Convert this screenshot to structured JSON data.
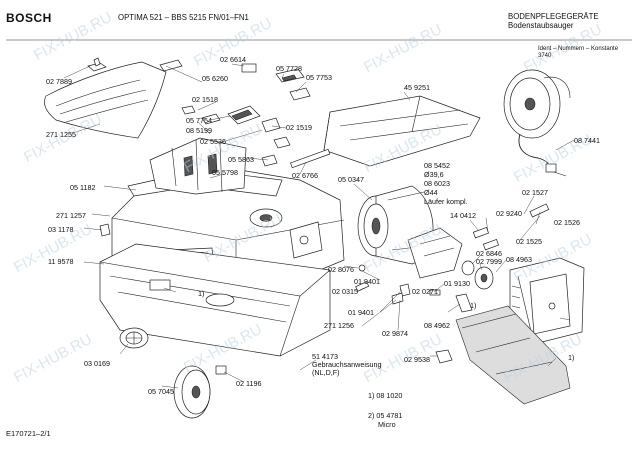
{
  "header": {
    "brand": "BOSCH",
    "model": "OPTIMA 521 – BBS 5215  FN/01–FN1",
    "category": "BODENPFLEGEGERÄTE",
    "subcategory": "Bodenstaubsauger",
    "ident_label": "Ident – Nummern – Konstante",
    "ident_value": "3740"
  },
  "footer": {
    "drawing_no": "E170721–2/1"
  },
  "watermark": "FIX-HUB.RU",
  "labels": {
    "p027889": "02 7889",
    "p026614": "02 6614",
    "p057728": "05 7728",
    "p057753": "05 7753",
    "p056260": "05 6260",
    "p459251": "45 9251",
    "p021518": "02 1518",
    "p057754": "05 7754",
    "p085199": "08 5199",
    "p271255": "271 1255",
    "p021519": "02 1519",
    "p025536": "02 5536",
    "p055863": "05 5863",
    "p055798": "05 5798",
    "p026766": "02 6766",
    "p087441": "08 7441",
    "p085452": "08 5452",
    "d396": "Ø39,6",
    "p086023": "08 6023",
    "d44": "Ø44",
    "laeufer": "Läufer kompl.",
    "p050347": "05 0347",
    "p051182": "05 1182",
    "p271257": "271 1257",
    "p031178": "03 1178",
    "p119578": "11 9578",
    "p021527": "02 1527",
    "p029240": "02 9240",
    "p021526": "02 1526",
    "p140412": "14 0412",
    "p021525": "02 1525",
    "p026846": "02 6846",
    "p027999": "02 7999",
    "p084963": "08 4963",
    "p028076": "02 8076",
    "p019401a": "01 9401",
    "p019130": "01 9130",
    "p020315": "02 0315",
    "p020271": "02 0271",
    "p019401b": "01 9401",
    "ref1a": "1)",
    "ref1b": "1)",
    "ref1c": "1)",
    "p271256": "271 1256",
    "p029874": "02 9874",
    "p084962": "08 4962",
    "p030169": "03 0169",
    "p514173": "51 4173",
    "gebrauch": "Gebrauchsanweisung",
    "gebrauch_lang": "(NL,D,F)",
    "p029538": "02 9538",
    "p057045": "05 7045",
    "p021196": "02 1196",
    "note1": "1)  08 1020",
    "note2": "2) 05 4781",
    "note2b": "Micro"
  }
}
